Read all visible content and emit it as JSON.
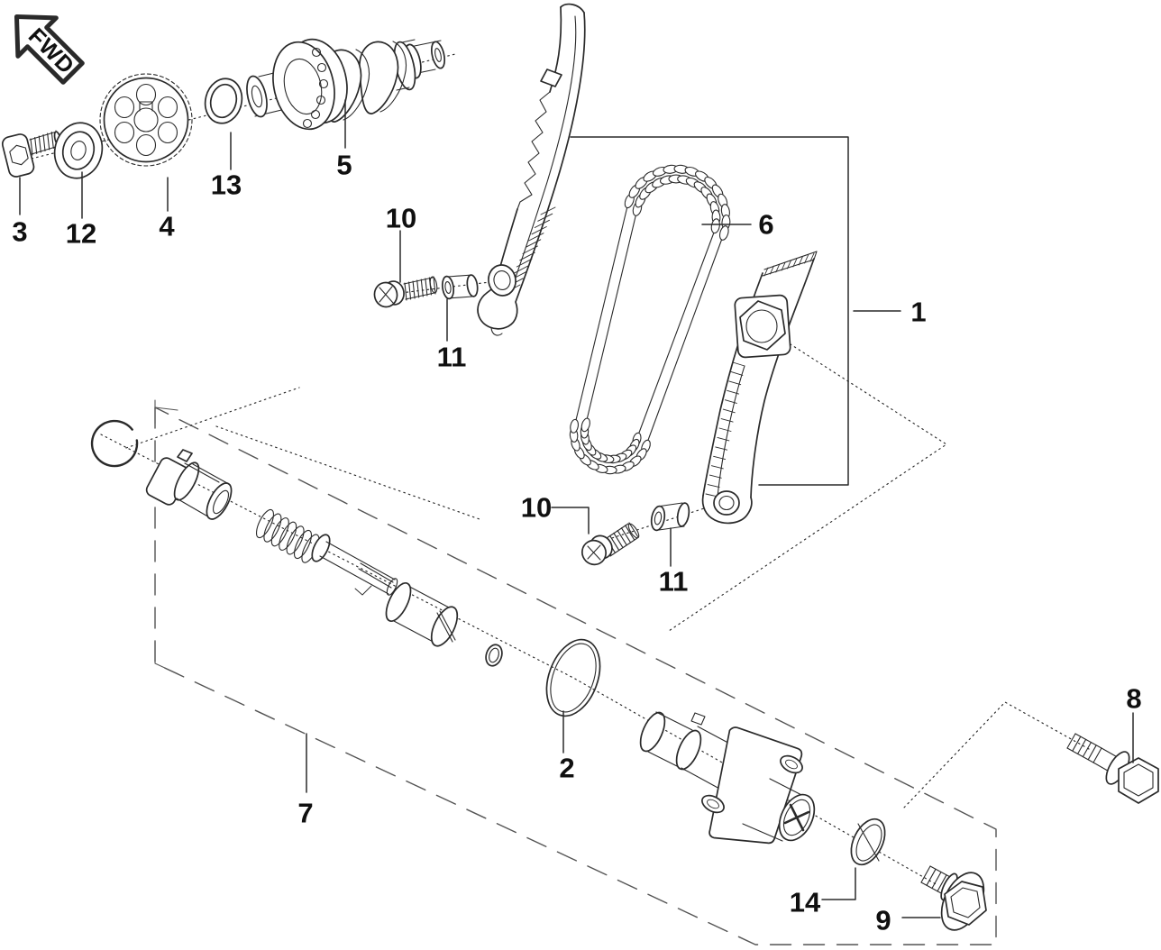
{
  "diagram": {
    "kind": "exploded-parts-diagram",
    "background": "#ffffff",
    "line_color": "#2a2a2a",
    "direction_badge": "FWD",
    "callouts": [
      {
        "text": "3"
      },
      {
        "text": "12"
      },
      {
        "text": "4"
      },
      {
        "text": "13"
      },
      {
        "text": "5"
      },
      {
        "text": "10"
      },
      {
        "text": "11"
      },
      {
        "text": "6"
      },
      {
        "text": "1"
      },
      {
        "text": "10"
      },
      {
        "text": "11"
      },
      {
        "text": "2"
      },
      {
        "text": "7"
      },
      {
        "text": "8"
      },
      {
        "text": "14"
      },
      {
        "text": "9"
      }
    ]
  }
}
